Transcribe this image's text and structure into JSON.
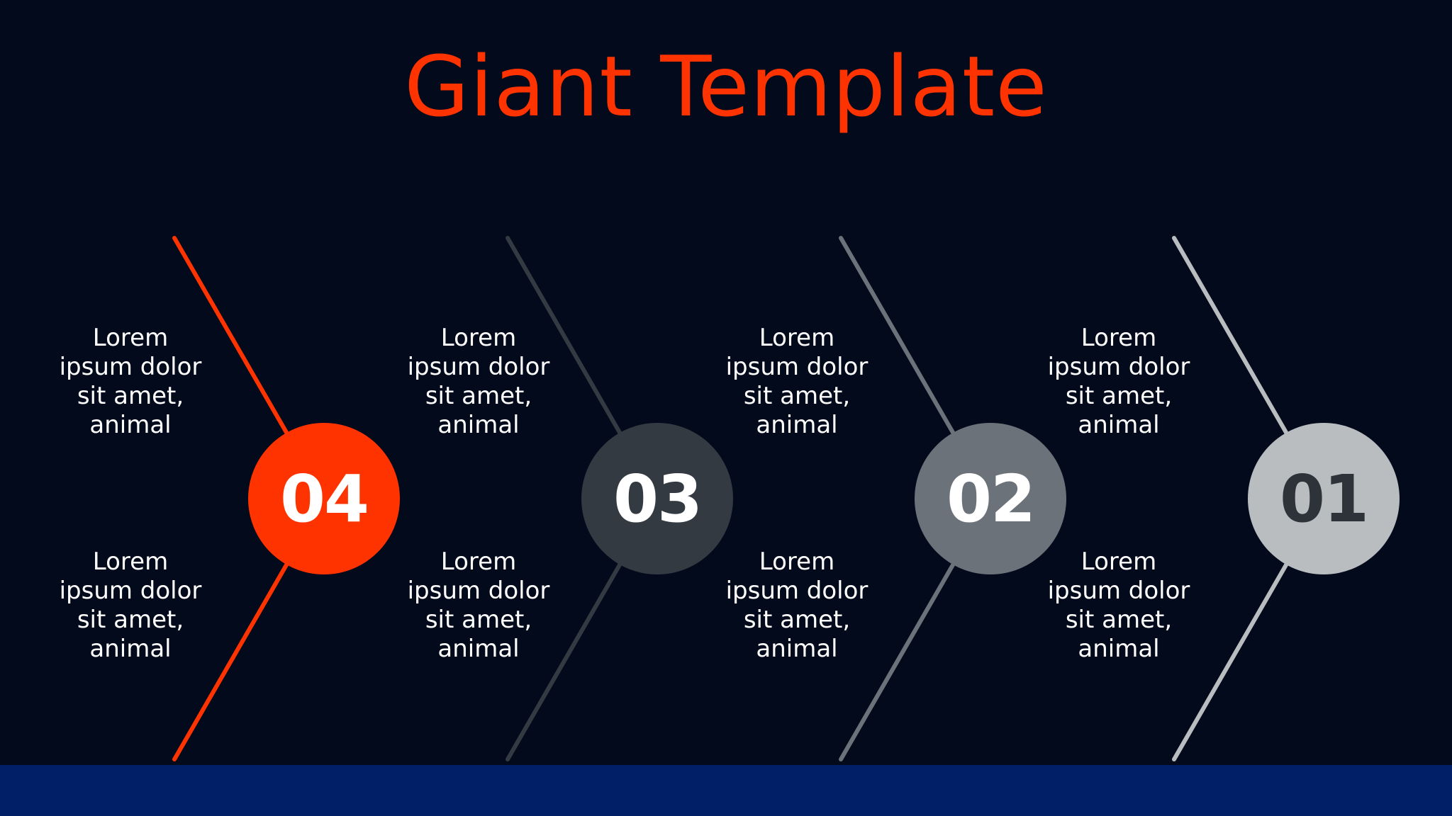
{
  "title": "Giant Template",
  "colors": {
    "background": "#020a1b",
    "title": "#ff3300",
    "footer": "#001f66"
  },
  "steps": [
    {
      "number": "04",
      "circle_color": "#ff3300",
      "number_color": "#ffffff",
      "line_color": "#ff3300",
      "top_text": "Lorem\nipsum dolor\nsit amet,\nanimal",
      "bottom_text": "Lorem\nipsum dolor\nsit amet,\nanimal"
    },
    {
      "number": "03",
      "circle_color": "#343a42",
      "number_color": "#ffffff",
      "line_color": "#343a42",
      "top_text": "Lorem\nipsum dolor\nsit amet,\nanimal",
      "bottom_text": "Lorem\nipsum dolor\nsit amet,\nanimal"
    },
    {
      "number": "02",
      "circle_color": "#6c7279",
      "number_color": "#ffffff",
      "line_color": "#6c7279",
      "top_text": "Lorem\nipsum dolor\nsit amet,\nanimal",
      "bottom_text": "Lorem\nipsum dolor\nsit amet,\nanimal"
    },
    {
      "number": "01",
      "circle_color": "#b9bdc0",
      "number_color": "#2e333a",
      "line_color": "#b9bdc0",
      "top_text": "Lorem\nipsum dolor\nsit amet,\nanimal",
      "bottom_text": "Lorem\nipsum dolor\nsit amet,\nanimal"
    }
  ]
}
